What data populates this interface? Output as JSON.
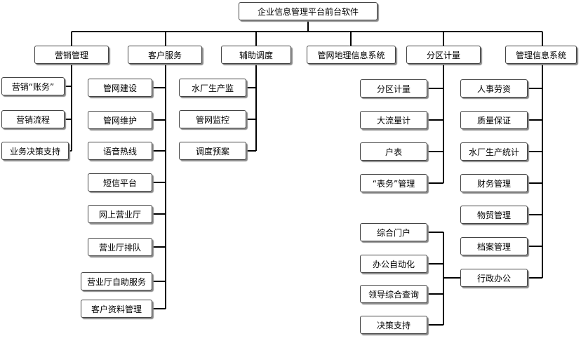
{
  "root": {
    "label": "企业信息管理平台前台软件"
  },
  "categories": [
    {
      "label": "营销管理",
      "children": [
        "营销“账务”",
        "营销流程",
        "业务决策支持"
      ]
    },
    {
      "label": "客户服务",
      "children": [
        "管网建设",
        "管网维护",
        "语音热线",
        "短信平台",
        "网上营业厅",
        "营业厅排队",
        "营业厅自助服务",
        "客户资料管理"
      ]
    },
    {
      "label": "辅助调度",
      "children": [
        "水厂生产监",
        "管网监控",
        "调度预案"
      ]
    },
    {
      "label": "管网地理信息系统",
      "children": []
    },
    {
      "label": "分区计量",
      "children": [
        "分区计量",
        "大流量计",
        "户表",
        "“表务”管理"
      ]
    },
    {
      "label": "管理信息系统",
      "children": [
        "人事劳资",
        "质量保证",
        "水厂生产统计",
        "财务管理",
        "物贸管理",
        "档案管理",
        "行政办公"
      ]
    }
  ],
  "extra_group": {
    "children": [
      "综合门户",
      "办公自动化",
      "领导综合查询",
      "决策支持"
    ],
    "connects_to": "行政办公"
  },
  "colors": {
    "line": "#000000",
    "border": "#444444",
    "shadow": "#8a8a8a",
    "fill": "#ffffff"
  }
}
